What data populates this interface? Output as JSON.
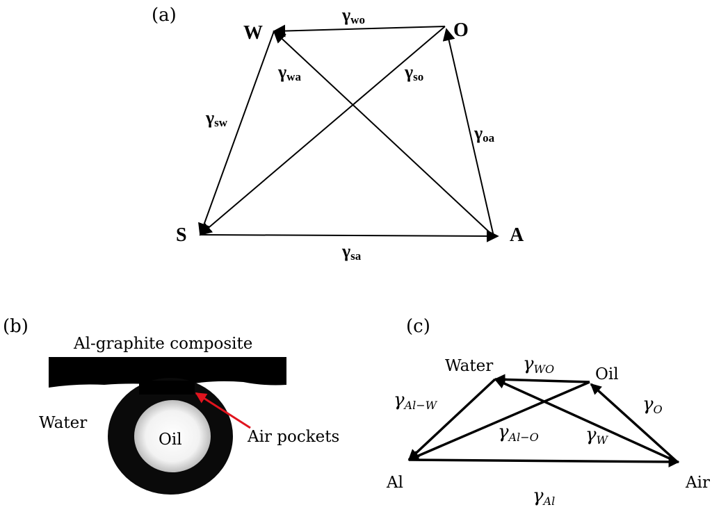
{
  "panel_a": {
    "label": "(a)",
    "vertices": {
      "W": "W",
      "O": "O",
      "S": "S",
      "A": "A"
    },
    "edges": {
      "wo": {
        "greek": "γ",
        "sub": "wo"
      },
      "wa": {
        "greek": "γ",
        "sub": "wa"
      },
      "so": {
        "greek": "γ",
        "sub": "so"
      },
      "sw": {
        "greek": "γ",
        "sub": "sw"
      },
      "oa": {
        "greek": "γ",
        "sub": "oa"
      },
      "sa": {
        "greek": "γ",
        "sub": "sa"
      }
    }
  },
  "panel_b": {
    "label": "(b)",
    "title": "Al-graphite composite",
    "water": "Water",
    "oil": "Oil",
    "air_pockets": "Air pockets",
    "colors": {
      "arrow": "#e0141e",
      "solid": "#000000"
    }
  },
  "panel_c": {
    "label": "(c)",
    "vertices": {
      "water": "Water",
      "oil": "Oil",
      "al": "Al",
      "air": "Air"
    },
    "edges": {
      "wo": {
        "greek": "γ",
        "sub": "WO"
      },
      "alw": {
        "greek": "γ",
        "sub": "Al−W"
      },
      "alo": {
        "greek": "γ",
        "sub": "Al−O"
      },
      "o": {
        "greek": "γ",
        "sub": "O"
      },
      "w": {
        "greek": "γ",
        "sub": "W"
      },
      "al": {
        "greek": "γ",
        "sub": "Al"
      }
    }
  }
}
